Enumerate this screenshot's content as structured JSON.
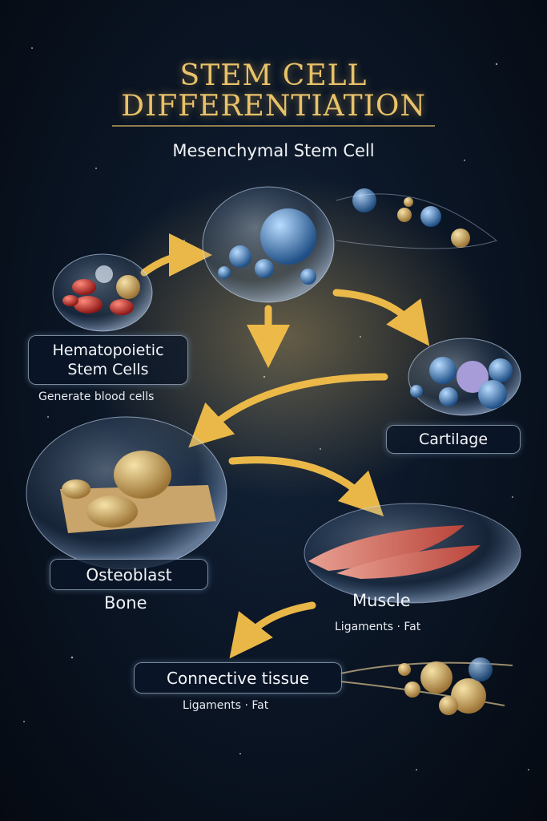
{
  "title": {
    "line1": "STEM CELL",
    "line2": "DIFFERENTIATION"
  },
  "subtitle": "Mesenchymal Stem Cell",
  "nodes": {
    "hematopoietic": {
      "label_line1": "Hematopoietic",
      "label_line2": "Stem Cells",
      "caption": "Generate blood cells"
    },
    "cartilage": {
      "label": "Cartilage"
    },
    "osteoblast": {
      "label": "Osteoblast",
      "caption": "Bone"
    },
    "muscle": {
      "label": "Muscle",
      "caption": "Ligaments · Fat"
    },
    "connective": {
      "label": "Connective tissue",
      "caption": "Ligaments · Fat"
    }
  },
  "colors": {
    "gold": "#e9c26a",
    "arrow": "#f5c04a",
    "background": "#0b1626"
  }
}
